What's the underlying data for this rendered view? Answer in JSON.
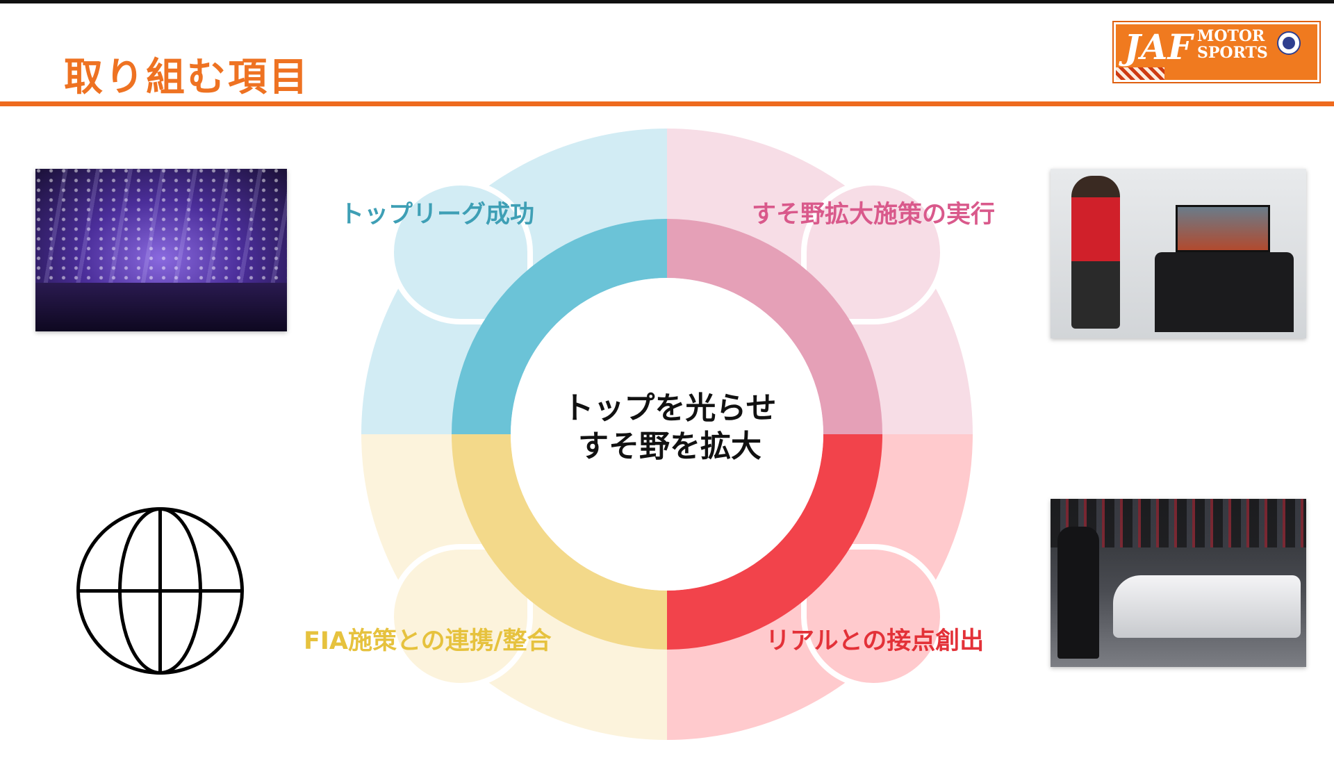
{
  "header": {
    "title": "取り組む項目"
  },
  "logo": {
    "jaf": "JAF",
    "motor": "MOTOR",
    "sports": "SPORTS"
  },
  "diagram": {
    "center": {
      "line1": "トップを光らせ",
      "line2": "すそ野を拡大"
    },
    "quadrants": [
      {
        "label": "トップリーグ成功",
        "color": "#3E9FB5"
      },
      {
        "label": "すそ野拡大施策の実行",
        "color": "#D9598B"
      },
      {
        "label": "FIA施策との連携/整合",
        "color": "#E6C23E"
      },
      {
        "label": "リアルとの接点創出",
        "color": "#E33138"
      }
    ]
  },
  "colors": {
    "accent": "#EE7222",
    "teal_ring": "#6BC3D7",
    "teal_light": "#D2ECF4",
    "pink_ring": "#E5A0B7",
    "pink_light": "#F7DDE6",
    "yellow_ring": "#F3D98A",
    "yellow_light": "#FCF3DC",
    "red_ring": "#F2434B",
    "red_light": "#FFCACD"
  },
  "photos": [
    {
      "name": "stage-photo"
    },
    {
      "name": "sim-racing-photo"
    },
    {
      "name": "pit-stop-photo"
    }
  ],
  "icons": {
    "globe": "globe-icon"
  }
}
